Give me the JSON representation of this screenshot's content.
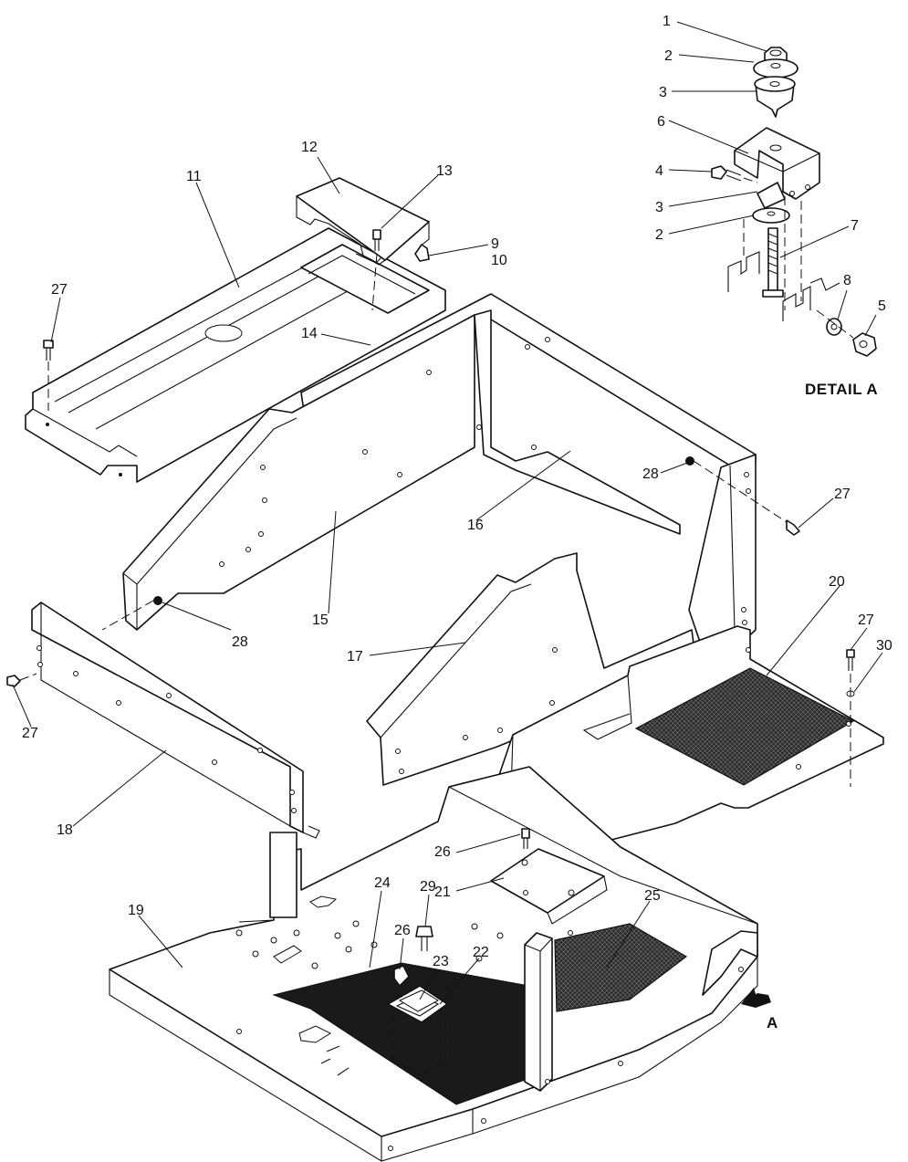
{
  "detail_caption": "DETAIL A",
  "view_arrow_label": "A",
  "callouts": {
    "d1": "1",
    "d2a": "2",
    "d3a": "3",
    "d6": "6",
    "d4": "4",
    "d3b": "3",
    "d2b": "2",
    "d7": "7",
    "d8": "8",
    "d5": "5",
    "c12": "12",
    "c13": "13",
    "c11": "11",
    "c9": "9",
    "c10": "10",
    "c27a": "27",
    "c14": "14",
    "c28a": "28",
    "c27b": "27",
    "c16": "16",
    "c15": "15",
    "c28b": "28",
    "c20": "20",
    "c27c": "27",
    "c30": "30",
    "c17": "17",
    "c27d": "27",
    "c18": "18",
    "c26a": "26",
    "c21": "21",
    "c29": "29",
    "c24": "24",
    "c25": "25",
    "c19": "19",
    "c26b": "26",
    "c23": "23",
    "c22": "22"
  }
}
